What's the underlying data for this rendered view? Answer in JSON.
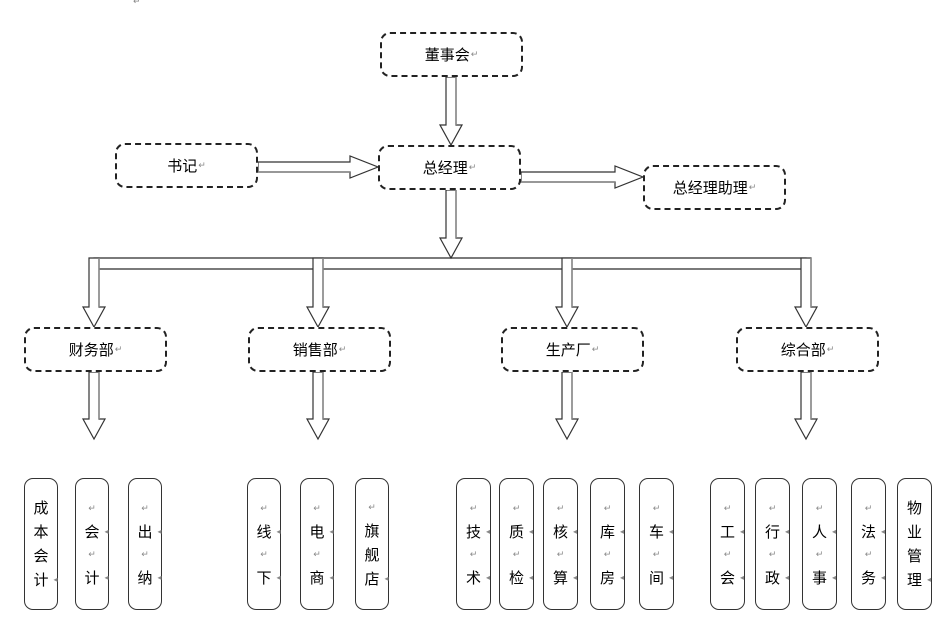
{
  "document": {
    "paragraph_mark": "↵",
    "title": "Organization chart"
  },
  "colors": {
    "border": "#222222",
    "arrow_stroke": "#333333",
    "arrow_shadow": "#888888",
    "paragraph_mark": "#888888"
  },
  "top": {
    "board": "董事会",
    "secretary": "书记",
    "gm": "总经理",
    "gm_assistant": "总经理助理"
  },
  "departments": [
    {
      "name": "财务部",
      "units": [
        {
          "chars": [
            "成",
            "本",
            "会",
            "计"
          ],
          "spaced": false
        },
        {
          "chars": [
            "会",
            "计"
          ],
          "spaced": true
        },
        {
          "chars": [
            "出",
            "纳"
          ],
          "spaced": true
        }
      ]
    },
    {
      "name": "销售部",
      "units": [
        {
          "chars": [
            "线",
            "下"
          ],
          "spaced": true
        },
        {
          "chars": [
            "电",
            "商"
          ],
          "spaced": true
        },
        {
          "chars": [
            "旗",
            "舰",
            "店"
          ],
          "spaced": false,
          "leading_mark": true
        }
      ]
    },
    {
      "name": "生产厂",
      "units": [
        {
          "chars": [
            "技",
            "术"
          ],
          "spaced": true
        },
        {
          "chars": [
            "质",
            "检"
          ],
          "spaced": true
        },
        {
          "chars": [
            "核",
            "算"
          ],
          "spaced": true
        },
        {
          "chars": [
            "库",
            "房"
          ],
          "spaced": true
        },
        {
          "chars": [
            "车",
            "间"
          ],
          "spaced": true
        }
      ]
    },
    {
      "name": "综合部",
      "units": [
        {
          "chars": [
            "工",
            "会"
          ],
          "spaced": true
        },
        {
          "chars": [
            "行",
            "政"
          ],
          "spaced": true
        },
        {
          "chars": [
            "人",
            "事"
          ],
          "spaced": true
        },
        {
          "chars": [
            "法",
            "务"
          ],
          "spaced": true
        },
        {
          "chars": [
            "物",
            "业",
            "管",
            "理"
          ],
          "spaced": false
        }
      ]
    }
  ]
}
